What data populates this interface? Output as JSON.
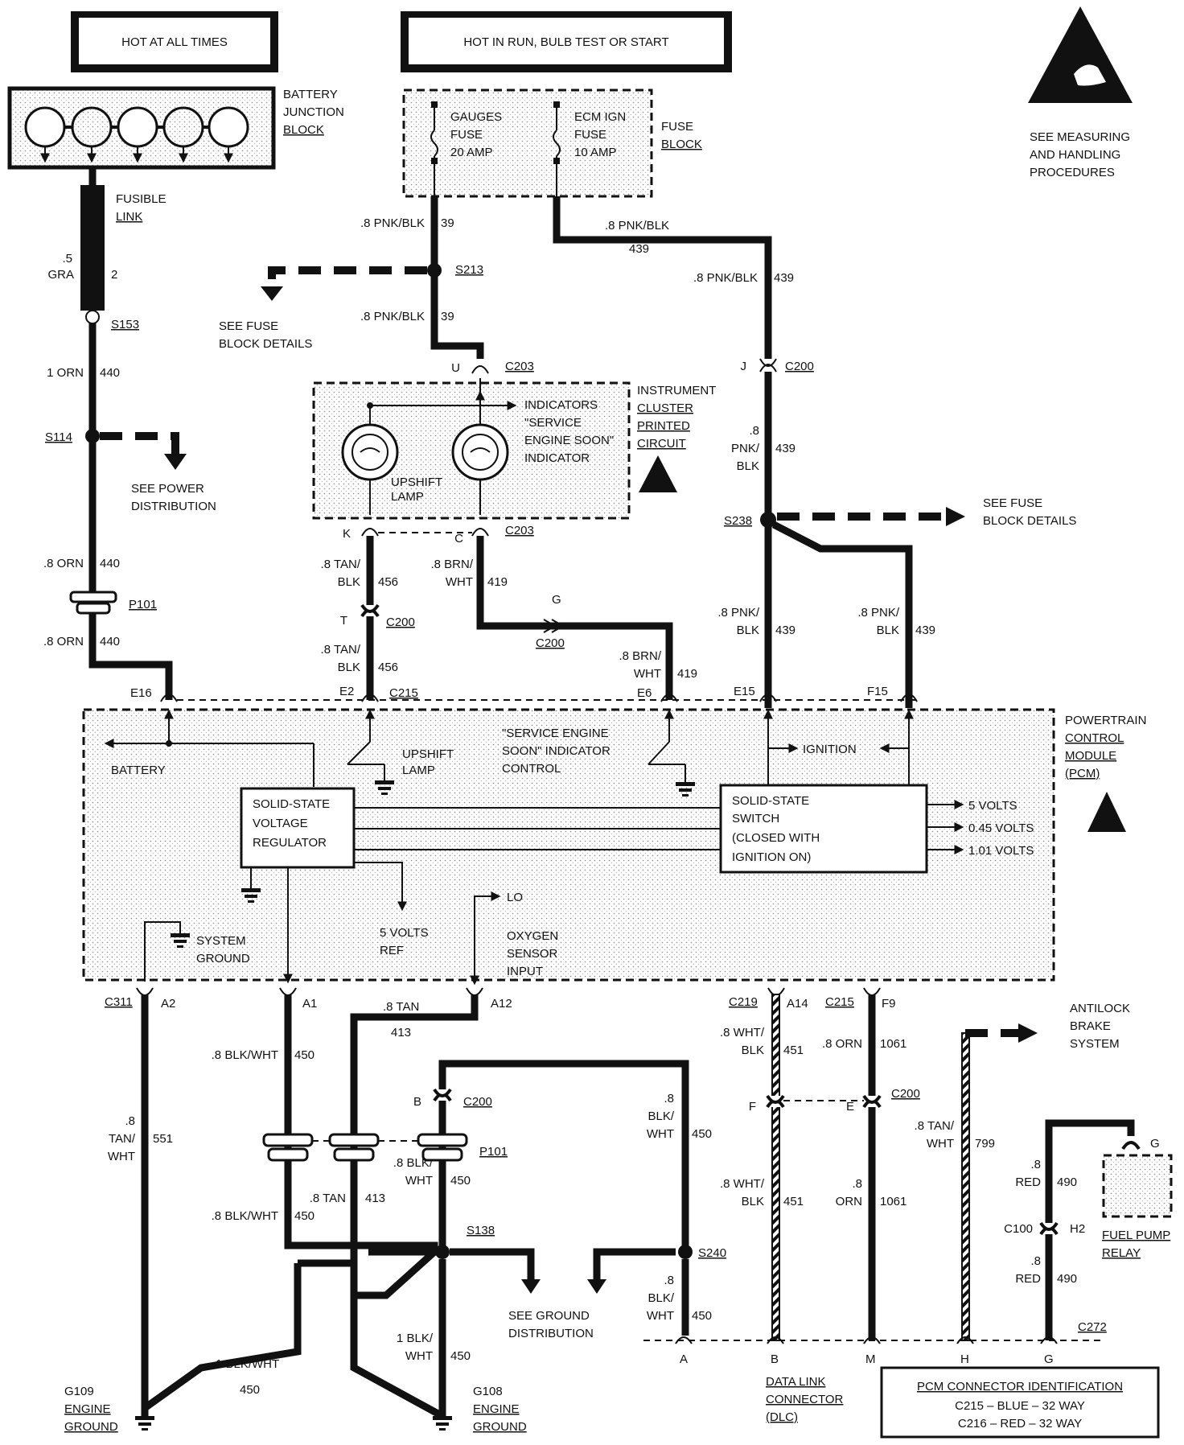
{
  "headers": {
    "hot_always": "HOT AT ALL TIMES",
    "hot_run": "HOT IN RUN, BULB TEST OR START"
  },
  "esd_note": [
    "SEE MEASURING",
    "AND HANDLING",
    "PROCEDURES"
  ],
  "components": {
    "battery_junction_block": [
      "BATTERY",
      "JUNCTION",
      "BLOCK"
    ],
    "fuse_block": [
      "FUSE",
      "BLOCK"
    ],
    "gauges_fuse": [
      "GAUGES",
      "FUSE",
      "20 AMP"
    ],
    "ecm_ign_fuse": [
      "ECM IGN",
      "FUSE",
      "10 AMP"
    ],
    "fusible_link": [
      "FUSIBLE",
      "LINK"
    ],
    "instrument_cluster": [
      "INSTRUMENT",
      "CLUSTER",
      "PRINTED",
      "CIRCUIT"
    ],
    "indicators": [
      "INDICATORS",
      "\"SERVICE",
      "ENGINE SOON\"",
      "INDICATOR"
    ],
    "upshift_lamp": [
      "UPSHIFT",
      "LAMP"
    ],
    "pcm": [
      "POWERTRAIN",
      "CONTROL",
      "MODULE",
      "(PCM)"
    ],
    "voltage_regulator": [
      "SOLID-STATE",
      "VOLTAGE",
      "REGULATOR"
    ],
    "solid_state_switch": [
      "SOLID-STATE",
      "SWITCH",
      "(CLOSED WITH",
      "IGNITION ON)"
    ],
    "fuel_pump_relay": [
      "FUEL PUMP",
      "RELAY"
    ],
    "dlc": [
      "DATA LINK",
      "CONNECTOR",
      "(DLC)"
    ],
    "g109": [
      "G109",
      "ENGINE",
      "GROUND"
    ],
    "g108": [
      "G108",
      "ENGINE",
      "GROUND"
    ],
    "antilock": [
      "ANTILOCK",
      "BRAKE",
      "SYSTEM"
    ]
  },
  "pcm_internal": {
    "battery": "BATTERY",
    "ignition": "IGNITION",
    "upshift_lamp": [
      "UPSHIFT",
      "LAMP"
    ],
    "ses_control": [
      "\"SERVICE ENGINE",
      "SOON\" INDICATOR",
      "CONTROL"
    ],
    "volts_out": [
      "5 VOLTS",
      "0.45 VOLTS",
      "1.01 VOLTS"
    ],
    "ref": [
      "5 VOLTS",
      "REF"
    ],
    "system_ground": [
      "SYSTEM",
      "GROUND"
    ],
    "lo": "LO",
    "o2": [
      "OXYGEN",
      "SENSOR",
      "INPUT"
    ]
  },
  "see_refs": {
    "fuse_block_details_1": [
      "SEE FUSE",
      "BLOCK DETAILS"
    ],
    "fuse_block_details_2": [
      "SEE FUSE",
      "BLOCK DETAILS"
    ],
    "power_distribution": [
      "SEE POWER",
      "DISTRIBUTION"
    ],
    "ground_distribution": [
      "SEE GROUND",
      "DISTRIBUTION"
    ]
  },
  "splices": {
    "s153": "S153",
    "s114": "S114",
    "s213": "S213",
    "s238": "S238",
    "s138": "S138",
    "s240": "S240",
    "p101a": "P101",
    "p101b": "P101"
  },
  "connectors": {
    "c203_u": "C203",
    "c203_kc": "C203",
    "c200_j": "C200",
    "c200_t": "C200",
    "c200_g": "C200",
    "c215_top": "C215",
    "c311": "C311",
    "c219": "C219",
    "c215_bot": "C215",
    "c200_b": "C200",
    "c200_fe": "C200",
    "c100": "C100",
    "c272": "C272"
  },
  "pins": {
    "u": "U",
    "j": "J",
    "k": "K",
    "c": "C",
    "t": "T",
    "g": "G",
    "e16": "E16",
    "e2": "E2",
    "e6": "E6",
    "e15": "E15",
    "f15": "F15",
    "a2": "A2",
    "a1": "A1",
    "a12": "A12",
    "a14": "A14",
    "f9": "F9",
    "b": "B",
    "f": "F",
    "e": "E",
    "h2": "H2",
    "g_relay": "G",
    "dlc_a": "A",
    "dlc_b": "B",
    "dlc_m": "M",
    "dlc_h": "H",
    "dlc_g": "G"
  },
  "wires": {
    "w1": [
      ".5",
      "GRA"
    ],
    "w1n": "2",
    "w2": "1 ORN",
    "w2n": "440",
    "w3": ".8 ORN",
    "w3n": "440",
    "w4": ".8 ORN",
    "w4n": "440",
    "w5": ".8 PNK/BLK",
    "w5n": "39",
    "w6": ".8 PNK/BLK",
    "w6n": "39",
    "w7": ".8 PNK/BLK",
    "w7n": "439",
    "w8": ".8 PNK/BLK",
    "w8n": "439",
    "w9": [
      ".8",
      "PNK/",
      "BLK"
    ],
    "w9n": "439",
    "w10": [
      ".8 PNK/",
      "BLK"
    ],
    "w10n": "439",
    "w11": [
      ".8 PNK/",
      "BLK"
    ],
    "w11n": "439",
    "w12": [
      ".8 TAN/",
      "BLK"
    ],
    "w12n": "456",
    "w13": [
      ".8 TAN/",
      "BLK"
    ],
    "w13n": "456",
    "w14": [
      ".8 BRN/",
      "WHT"
    ],
    "w14n": "419",
    "w15": [
      ".8 BRN/",
      "WHT"
    ],
    "w15n": "419",
    "w16": [
      ".8",
      "TAN/",
      "WHT"
    ],
    "w16n": "551",
    "w17": ".8 BLK/WHT",
    "w17n": "450",
    "w18": ".8 BLK/WHT",
    "w18n": "450",
    "w19": ".8 TAN",
    "w19n": "413",
    "w20": ".8 TAN",
    "w20n": "413",
    "w21": [
      ".8 BLK/",
      "WHT"
    ],
    "w21n": "450",
    "w22": [
      ".8",
      "BLK/",
      "WHT"
    ],
    "w22n": "450",
    "w23": [
      ".8",
      "BLK/",
      "WHT"
    ],
    "w23n": "450",
    "w24": [
      "1 BLK/",
      "WHT"
    ],
    "w24n": "450",
    "w25": "1 BLK/WHT",
    "w25n": "450",
    "w26": [
      ".8  WHT/",
      "BLK"
    ],
    "w26n": "451",
    "w27": [
      ".8  WHT/",
      "BLK"
    ],
    "w27n": "451",
    "w28": ".8 ORN",
    "w28n": "1061",
    "w29": [
      ".8",
      "ORN"
    ],
    "w29n": "1061",
    "w30": [
      ".8  TAN/",
      "WHT"
    ],
    "w30n": "799",
    "w31": [
      ".8",
      "RED"
    ],
    "w31n": "490",
    "w32": [
      ".8",
      "RED"
    ],
    "w32n": "490"
  },
  "pcm_connector_id": {
    "title": "PCM CONNECTOR IDENTIFICATION",
    "rows": [
      "C215 – BLUE  – 32 WAY",
      "C216 – RED   – 32 WAY"
    ]
  },
  "icons": [
    "esd-warning-icon",
    "ground-symbol-icon",
    "lamp-bulb-icon",
    "fuse-icon",
    "arrow-icon"
  ]
}
